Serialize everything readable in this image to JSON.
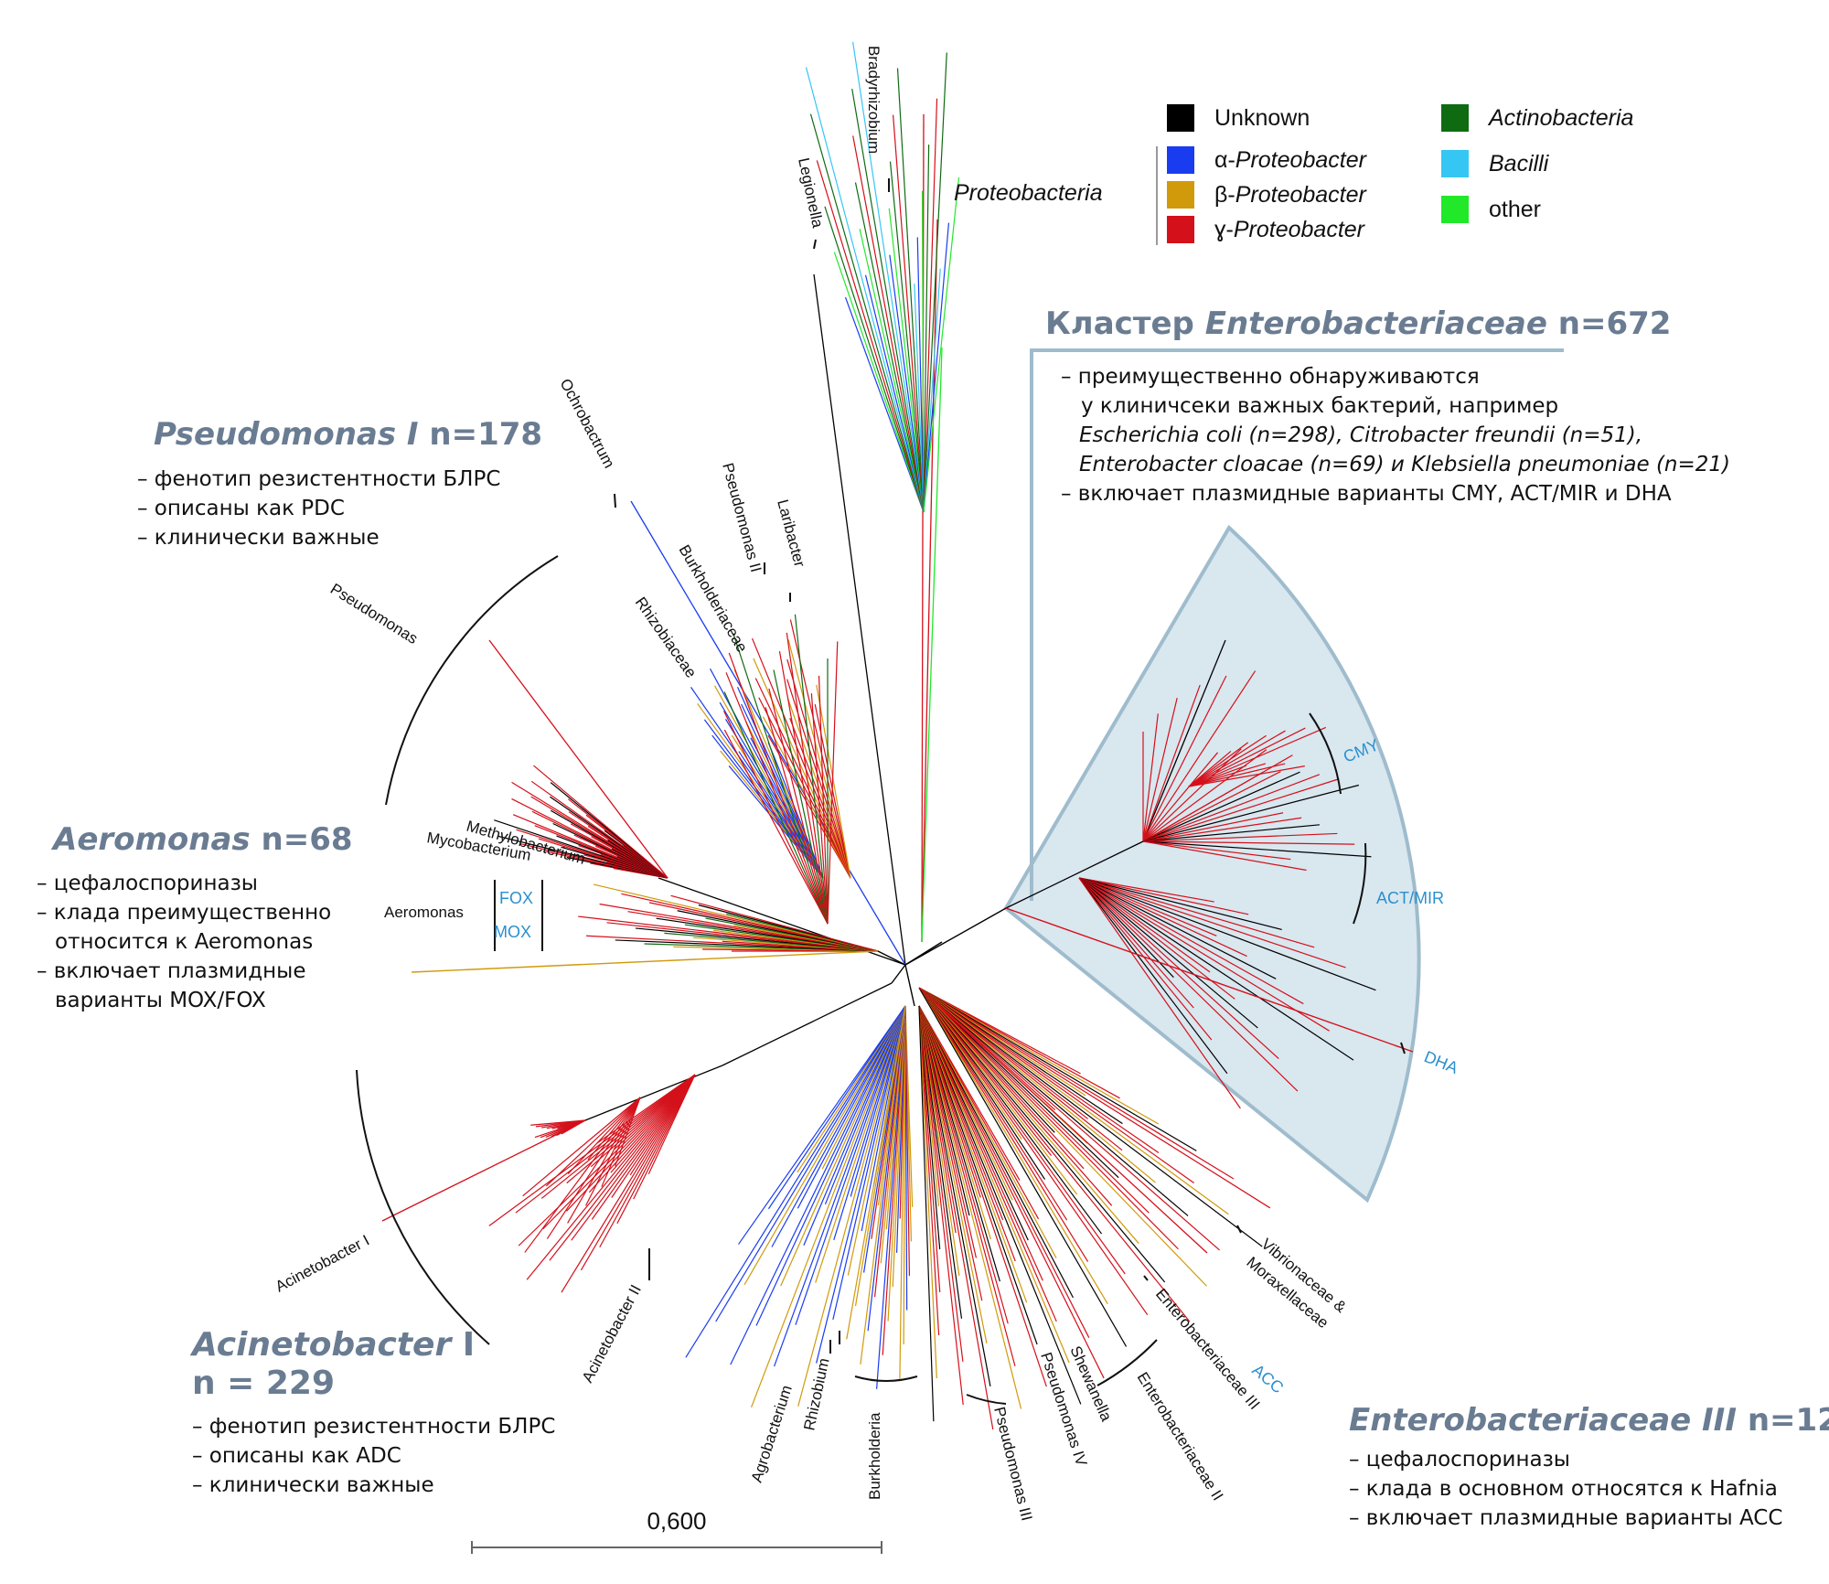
{
  "legend": {
    "items": [
      {
        "label": "Unknown",
        "prefix": "",
        "italic": "",
        "color": "#000000"
      },
      {
        "label": "",
        "prefix": "α-",
        "italic": "Proteobacter",
        "color": "#1a3cf0"
      },
      {
        "label": "",
        "prefix": "β-",
        "italic": "Proteobacter",
        "color": "#d19a0b"
      },
      {
        "label": "",
        "prefix": "ɣ-",
        "italic": "Proteobacter",
        "color": "#d4101a"
      },
      {
        "label": "",
        "prefix": "",
        "italic": "Actinobacteria",
        "color": "#0f6b12"
      },
      {
        "label": "",
        "prefix": "",
        "italic": "Bacilli",
        "color": "#36c6f4"
      },
      {
        "label": "other",
        "prefix": "",
        "italic": "",
        "color": "#22e82a"
      }
    ],
    "group_label": "Proteobacteria"
  },
  "panels": {
    "enterobacteriaceae": {
      "title_prefix": "Кластер ",
      "title_italic": "Enterobacteriaceae",
      "title_suffix": " n=672",
      "bullets": [
        "– преимущественно обнаруживаются",
        "у клиничсеки важных бактерий, например",
        "Escherichia coli (n=298), Citrobacter freundii (n=51),",
        "Enterobacter cloacae (n=69) и Klebsiella pneumoniae (n=21)",
        "– включает плазмидные варианты CMY, ACT/MIR и DHA"
      ]
    },
    "pseudomonas": {
      "title_italic": "Pseudomonas I",
      "title_suffix": " n=178",
      "bullets": [
        "– фенотип резистентности БЛРС",
        "– описаны как PDC",
        "– клинически важные"
      ]
    },
    "aeromonas": {
      "title_italic": "Aeromonas",
      "title_suffix": " n=68",
      "bullets": [
        "– цефалоспориназы",
        "– клада преимущественно",
        "относится к Aeromonas",
        "– включает плазмидные",
        "варианты MOX/FOX"
      ]
    },
    "acinetobacter": {
      "title_italic": "Acinetobacter",
      "title_suffix": " I",
      "title_line2": "n = 229",
      "bullets": [
        "– фенотип резистентности БЛРС",
        "– описаны как ADC",
        "– клинически важные"
      ]
    },
    "enterobacteriaceae3": {
      "title_italic": "Enterobacteriaceae III",
      "title_suffix": " n=12",
      "bullets": [
        "– цефалоспориназы",
        "– клада в основном относятся к Hafnia",
        "– включает плазмидные варианты ACC"
      ]
    }
  },
  "clade_labels": {
    "bradyrhizobium": "Bradyrhizobium",
    "legionella": "Legionella",
    "ochrobactrum": "Ochrobactrum",
    "pseudomonas_ii": "Pseudomonas II",
    "laribacter": "Laribacter",
    "burkholderiaceae": "Burkholderiaceae",
    "rhizobiaceae": "Rhizobiaceae",
    "pseudomonas": "Pseudomonas",
    "methylobacterium": "Methylobacterium",
    "mycobacterium": "Mycobacterium",
    "aeromonas": "Aeromonas",
    "fox": "FOX",
    "mox": "MOX",
    "acinetobacter_i": "Acinetobacter I",
    "acinetobacter_ii": "Acinetobacter II",
    "agrobacterium": "Agrobacterium",
    "rhizobium": "Rhizobium",
    "burkholderia": "Burkholderia",
    "pseudomonas_iii": "Pseudomonas III",
    "pseudomonas_iv": "Pseudomonas IV",
    "shewanella": "Shewanella",
    "enterobacteriaceae_ii": "Enterobacteriaceae II",
    "enterobacteriaceae_iii": "Enterobacteriaceae III",
    "acc": "ACC",
    "vibrionaceae": "Vibrionaceae &",
    "moraxellaceae": "Moraxellaceae",
    "cmy": "CMY",
    "act_mir": "ACT/MIR",
    "dha": "DHA"
  },
  "scale_bar": {
    "label": "0,600"
  },
  "colors": {
    "title": "#6a7c92",
    "subclade_label": "#2a8fd0",
    "cluster_fill": "#d9e7ef",
    "cluster_stroke": "#9fbccd"
  }
}
